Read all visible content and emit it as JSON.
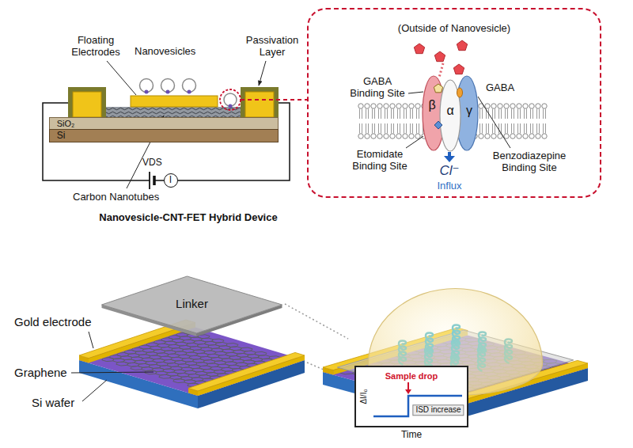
{
  "diagram": {
    "nodes": [
      {
        "text": [
          "SiO₂"
        ]
      },
      {
        "text": [
          "Si"
        ]
      },
      {
        "text": [
          "I"
        ]
      },
      {
        "text": [
          "(Outside of Nanovesicle)"
        ]
      },
      {
        "text": [
          "β"
        ],
        "in": 3
      },
      {
        "text": [
          "α"
        ],
        "in": 3
      },
      {
        "text": [
          "γ"
        ],
        "in": 3
      },
      {
        "text": [
          "Linker"
        ]
      },
      {
        "text": [
          "ΔI/I₀",
          "Sample drop",
          "ISD increase",
          "Time"
        ]
      }
    ],
    "labels": [
      "Floating Electrodes",
      "Nanovesicles",
      "Passivation Layer",
      "VDS",
      "Carbon Nanotubes",
      "Nanovesicle-CNT-FET Hybrid Device",
      "GABA Binding Site",
      "GABA",
      "Etomidate Binding Site",
      "Benzodiazepine Binding Site",
      "Cl⁻",
      "Influx",
      "Gold electrode",
      "Graphene",
      "Si wafer"
    ]
  }
}
